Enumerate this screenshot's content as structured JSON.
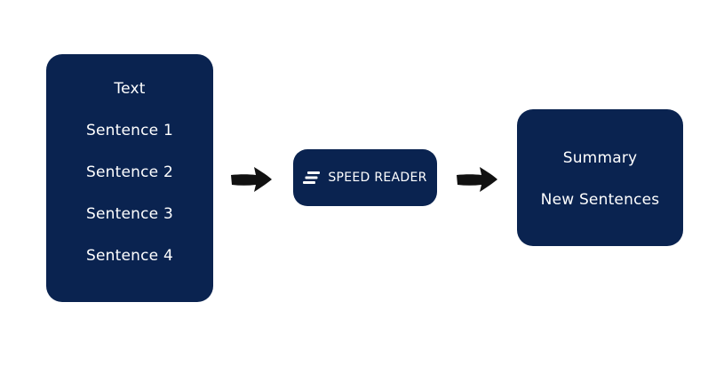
{
  "input": {
    "title": "Text",
    "items": [
      "Sentence 1",
      "Sentence 2",
      "Sentence 3",
      "Sentence 4"
    ]
  },
  "speed_reader": {
    "label": "SPEED READER",
    "icon": "speed-lines-icon"
  },
  "output": {
    "lines": [
      "Summary",
      "New Sentences"
    ]
  },
  "colors": {
    "box": "#0a2350",
    "text": "#ffffff",
    "arrow": "#111111",
    "background": "#ffffff"
  }
}
